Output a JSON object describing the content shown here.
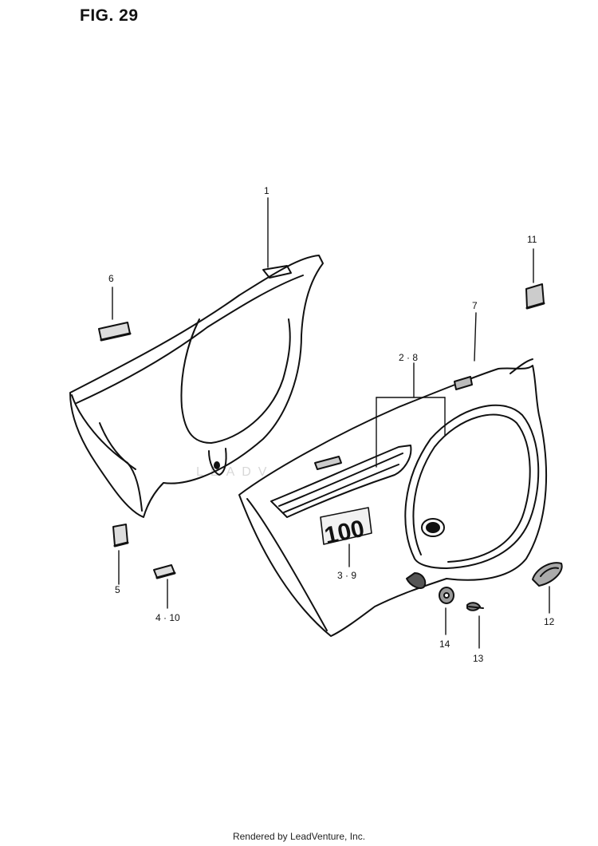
{
  "figure": {
    "title": "FIG. 29",
    "watermark": "LEADV",
    "emblem_text": "100",
    "footer": "Rendered by LeadVenture, Inc."
  },
  "callouts": [
    {
      "id": "c1",
      "label": "1"
    },
    {
      "id": "c6",
      "label": "6"
    },
    {
      "id": "c11",
      "label": "11"
    },
    {
      "id": "c7",
      "label": "7"
    },
    {
      "id": "c2",
      "label": "2 · 8"
    },
    {
      "id": "c5",
      "label": "5"
    },
    {
      "id": "c4",
      "label": "4 · 10"
    },
    {
      "id": "c3",
      "label": "3 · 9"
    },
    {
      "id": "c14",
      "label": "14"
    },
    {
      "id": "c13",
      "label": "13"
    },
    {
      "id": "c12",
      "label": "12"
    }
  ],
  "colors": {
    "line": "#111111",
    "background": "#ffffff",
    "watermark": "#d8d8d8"
  }
}
